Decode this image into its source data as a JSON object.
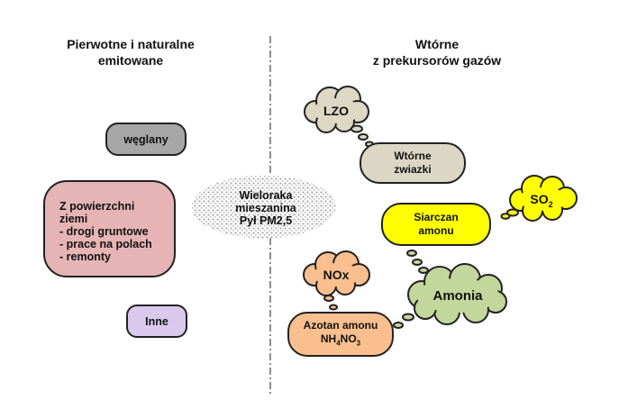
{
  "left_heading": {
    "line1": "Pierwotne i naturalne",
    "line2": "emitowane"
  },
  "right_heading": {
    "line1": "Wtórne",
    "line2": "z prekursorów gazów"
  },
  "center": {
    "line1": "Wieloraka",
    "line2": "mieszanina",
    "line3": "Pył PM2,5"
  },
  "left_boxes": {
    "weglany": "węglany",
    "surface": {
      "line1": "Z powierzchni",
      "line2": "ziemi",
      "line3": "- drogi gruntowe",
      "line4": "- prace na polach",
      "line5": "- remonty"
    },
    "inne": "Inne"
  },
  "right_boxes": {
    "wtorne_zwiazki": {
      "line1": "Wtórne",
      "line2": "zwiazki"
    },
    "siarczan": {
      "line1": "Siarczan",
      "line2": "amonu"
    },
    "azotan": {
      "line1": "Azotan amonu",
      "line2_base": "NH",
      "line2_sub1": "4",
      "line2_mid": "NO",
      "line2_sub2": "3"
    }
  },
  "clouds": {
    "lzo": "LZO",
    "so2_base": "SO",
    "so2_sub": "2",
    "nox": "NOx",
    "amonia": "Amonia"
  },
  "colors": {
    "weglany": "#a6a6a6",
    "surface": "#e6b4b4",
    "inne": "#d9c9ec",
    "center_dots": "#a9a9a9",
    "wtorne": "#dcd7c5",
    "siarczan": "#ffff00",
    "azotan": "#f9bf8f",
    "lzo": "#ddd8c4",
    "so2": "#ffff00",
    "nox": "#f9bf8f",
    "amonia": "#c3d69b"
  }
}
